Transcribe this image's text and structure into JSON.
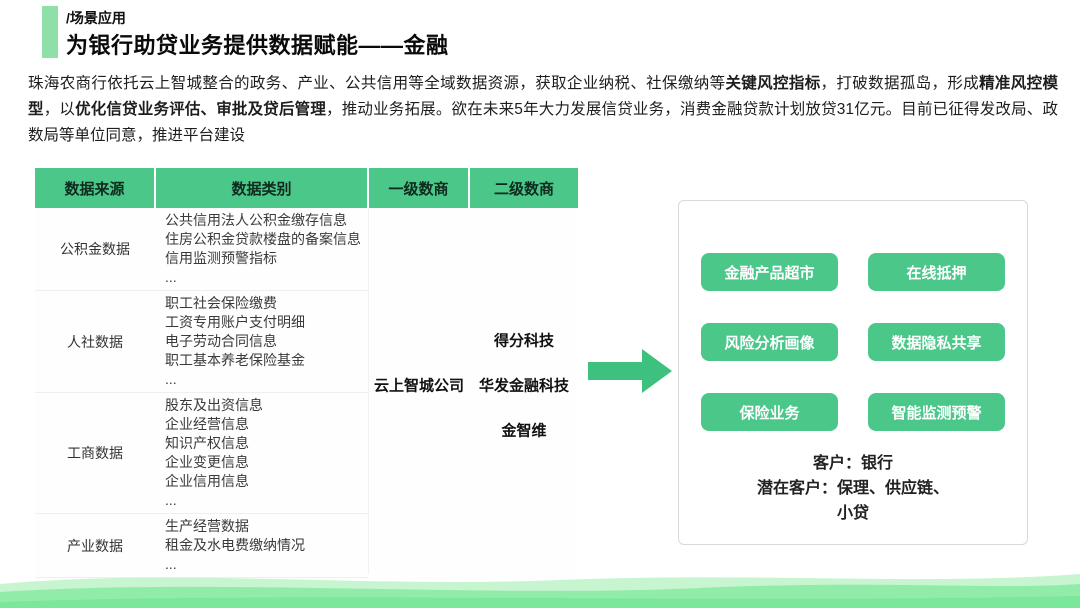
{
  "header": {
    "eyebrow": "/场景应用",
    "title": "为银行助贷业务提供数据赋能——金融"
  },
  "intro": {
    "segments": [
      {
        "text": "珠海农商行依托云上智城整合的政务、产业、公共信用等全域数据资源，获取企业纳税、社保缴纳等",
        "bold": false
      },
      {
        "text": "关键风控指标",
        "bold": true
      },
      {
        "text": "，打破数据孤岛，形成",
        "bold": false
      },
      {
        "text": "精准风控模型",
        "bold": true
      },
      {
        "text": "，以",
        "bold": false
      },
      {
        "text": "优化信贷业务评估、审批及贷后管理",
        "bold": true
      },
      {
        "text": "，推动业务拓展。欲在未来5年大力发展信贷业务，消费金融贷款计划放贷31亿元。目前已征得发改局、政数局等单位同意，推进平台建设",
        "bold": false
      }
    ]
  },
  "table": {
    "headers": [
      "数据来源",
      "数据类别",
      "一级数商",
      "二级数商"
    ],
    "rows": [
      {
        "source": "公积金数据",
        "categories": [
          "公共信用法人公积金缴存信息",
          "住房公积金贷款楼盘的备案信息",
          "信用监测预警指标",
          "..."
        ]
      },
      {
        "source": "人社数据",
        "categories": [
          "职工社会保险缴费",
          "工资专用账户支付明细",
          "电子劳动合同信息",
          "职工基本养老保险基金",
          "..."
        ]
      },
      {
        "source": "工商数据",
        "categories": [
          "股东及出资信息",
          "企业经营信息",
          "知识产权信息",
          "企业变更信息",
          "企业信用信息",
          "..."
        ]
      },
      {
        "source": "产业数据",
        "categories": [
          "生产经营数据",
          "租金及水电费缴纳情况",
          "..."
        ]
      }
    ],
    "primary_vendor": "云上智城公司",
    "secondary_vendors": [
      "得分科技",
      "华发金融科技",
      "金智维"
    ]
  },
  "panel": {
    "buttons": [
      "金融产品超市",
      "在线抵押",
      "风险分析画像",
      "数据隐私共享",
      "保险业务",
      "智能监测预警"
    ],
    "client_line": "客户：银行",
    "potential_line1": "潜在客户：保理、供应链、",
    "potential_line2": "小贷"
  },
  "colors": {
    "accent_light_green": "#8fdfa8",
    "table_header_green": "#4cc78a",
    "button_green": "#4cc78a",
    "arrow_green": "#3ec07e",
    "panel_border": "#d9d9d9",
    "wave_green": "#7be79a"
  }
}
